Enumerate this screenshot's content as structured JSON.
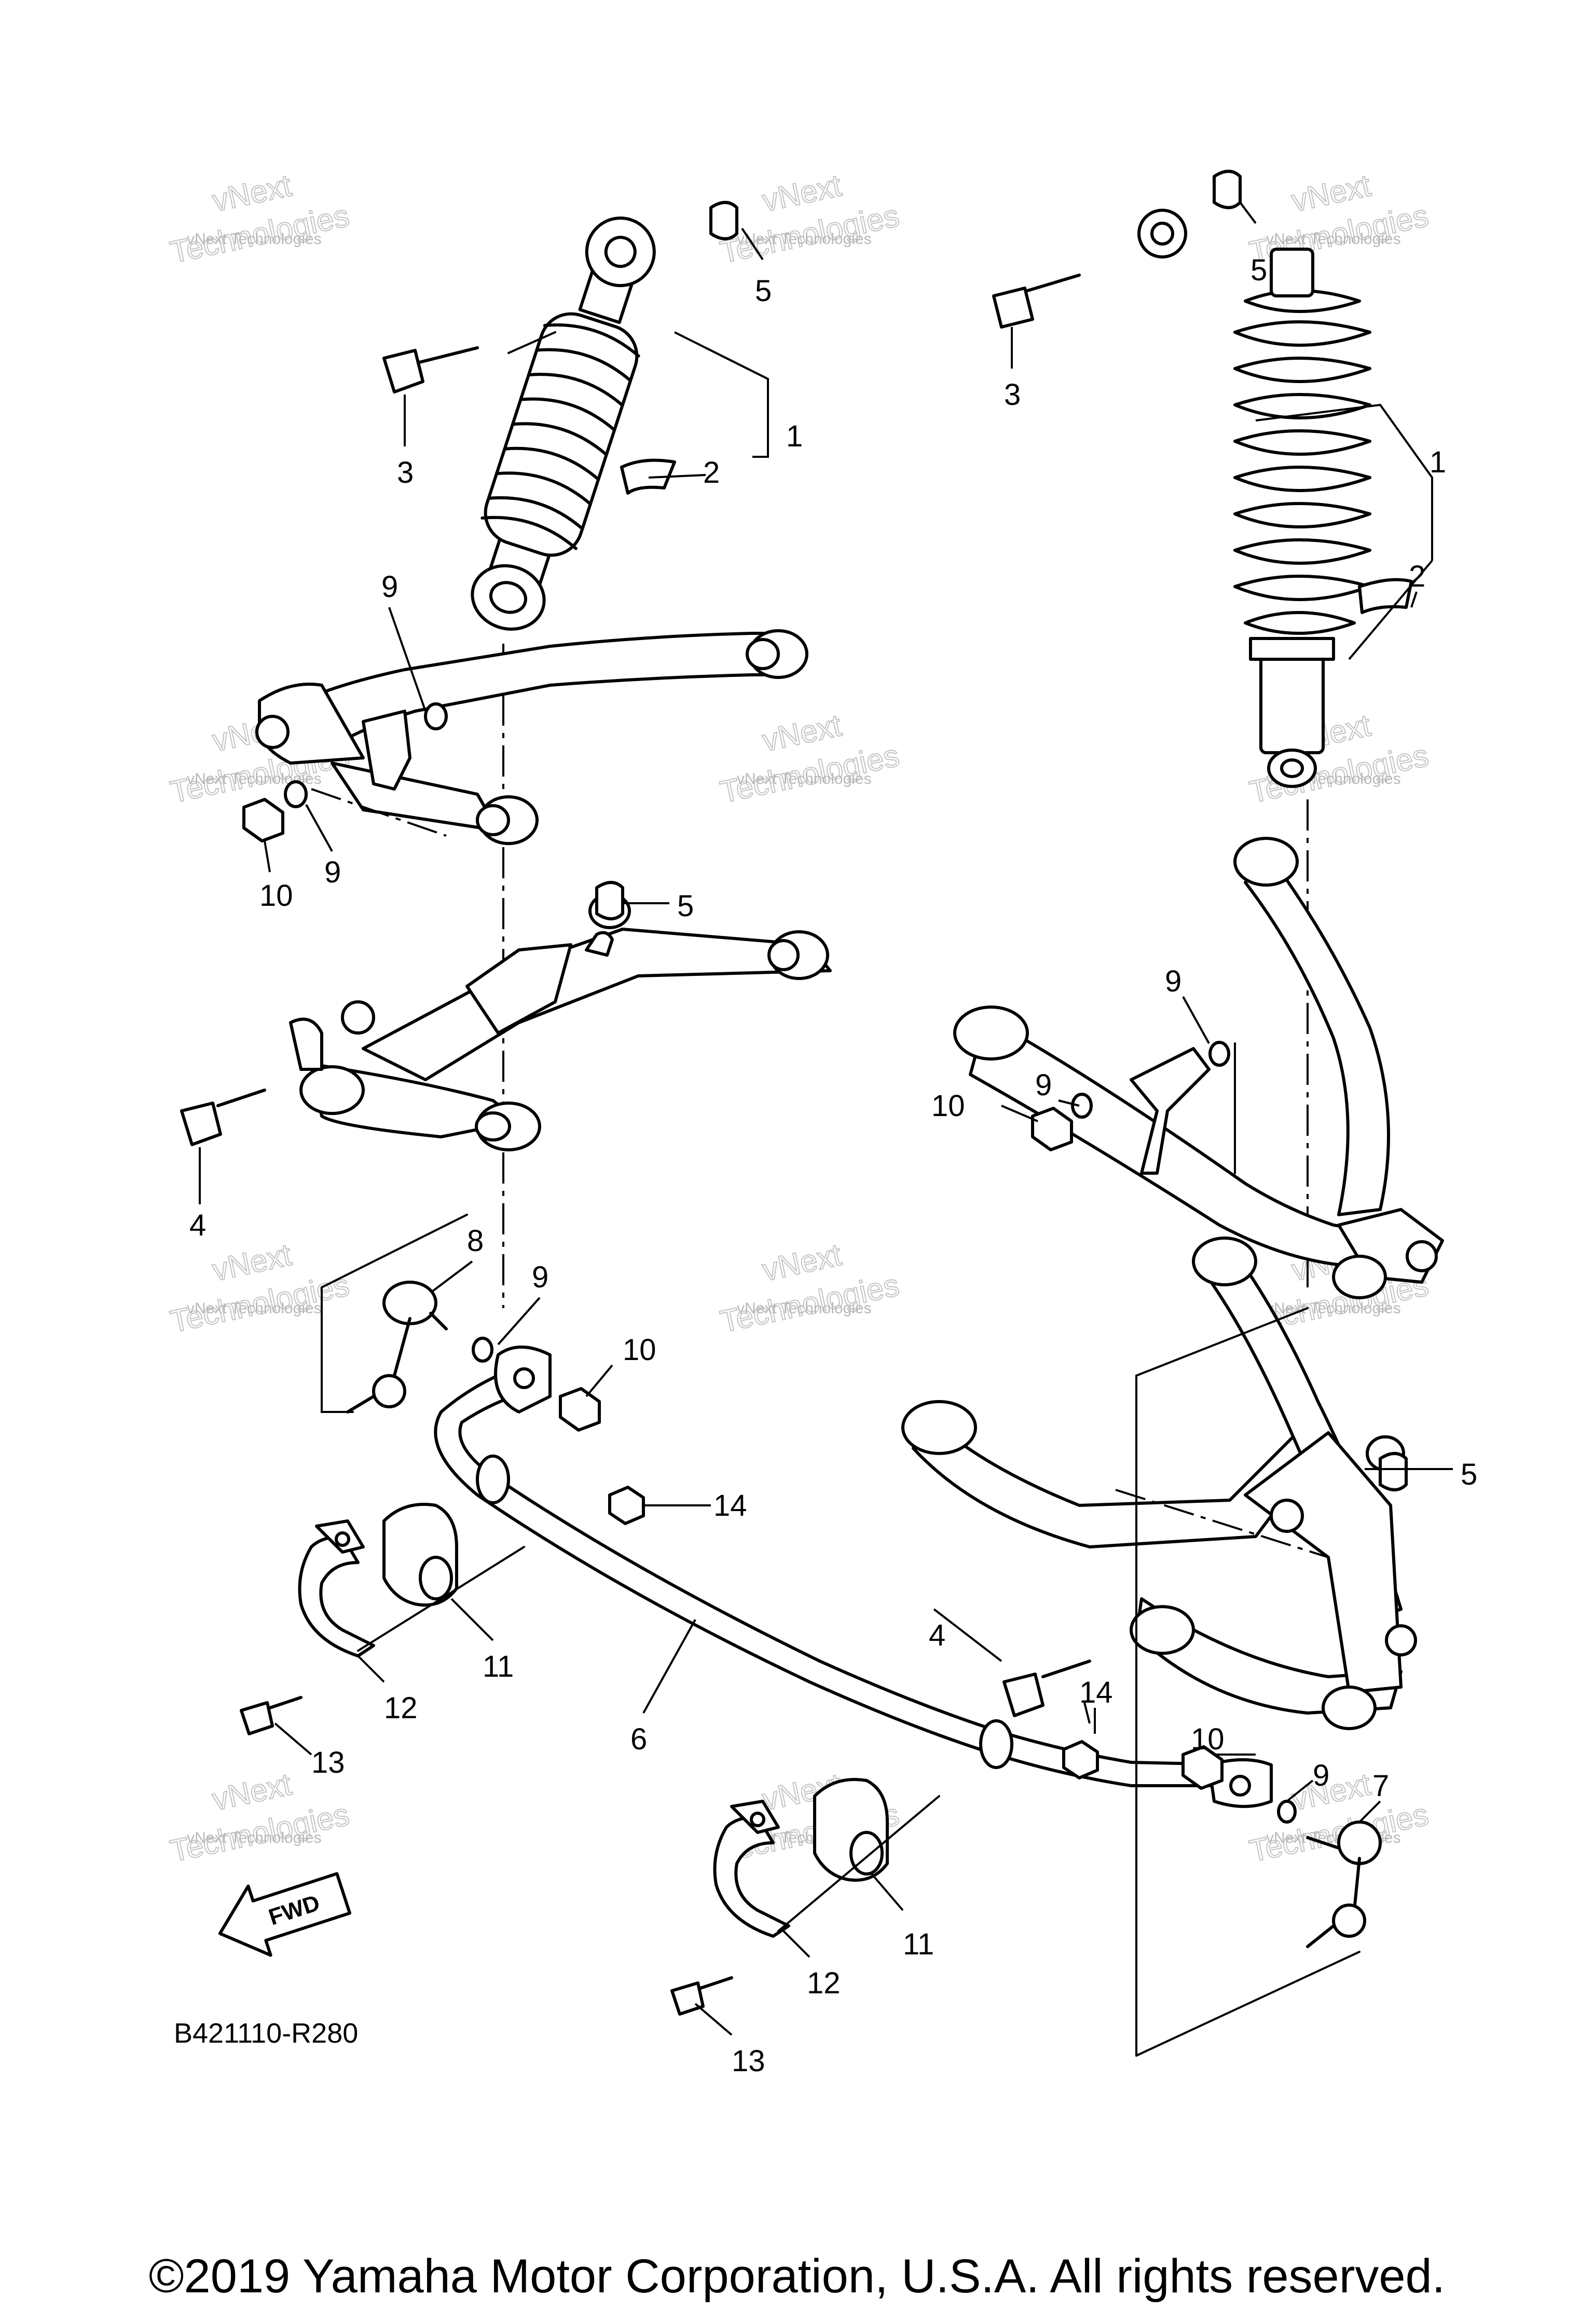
{
  "watermark": {
    "small_text": "vNext Technologies",
    "big_text": "Technologies",
    "top_text": "vNext"
  },
  "callouts": {
    "c1a": "1",
    "c1b": "1",
    "c2a": "2",
    "c2b": "2",
    "c3a": "3",
    "c3b": "3",
    "c4a": "4",
    "c4b": "4",
    "c5a": "5",
    "c5b": "5",
    "c5c": "5",
    "c5d": "5",
    "c6": "6",
    "c7": "7",
    "c8": "8",
    "c9a": "9",
    "c9b": "9",
    "c9c": "9",
    "c9d": "9",
    "c9e": "9",
    "c9f": "9",
    "c10a": "10",
    "c10b": "10",
    "c10c": "10",
    "c10d": "10",
    "c11a": "11",
    "c11b": "11",
    "c12a": "12",
    "c12b": "12",
    "c13a": "13",
    "c13b": "13",
    "c14a": "14",
    "c14b": "14"
  },
  "fwd_label": "FWD",
  "diagram_code": "B421110-R280",
  "copyright": "©2019 Yamaha Motor Corporation, U.S.A. All rights reserved."
}
